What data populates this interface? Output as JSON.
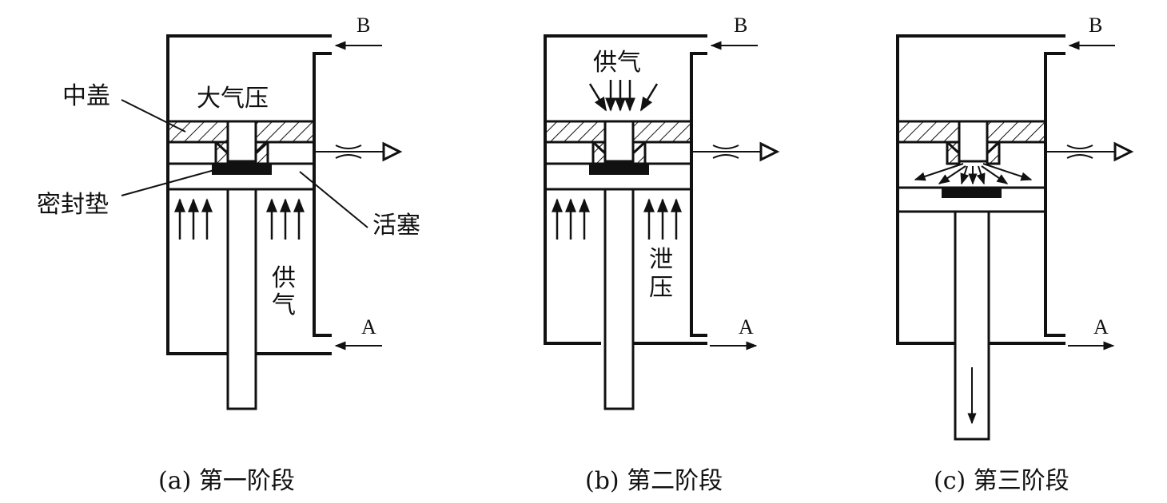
{
  "panels": [
    {
      "caption": "(a) 第一阶段",
      "port_top": "B",
      "port_bottom": "A",
      "label_atm": "大气压",
      "label_lower": [
        "供",
        "气"
      ]
    },
    {
      "caption": "(b) 第二阶段",
      "port_top": "B",
      "port_bottom": "A",
      "label_upper": "供气",
      "label_lower": [
        "泄",
        "压"
      ]
    },
    {
      "caption": "(c) 第三阶段",
      "port_top": "B",
      "port_bottom": "A"
    }
  ],
  "callouts": {
    "middle_cover": "中盖",
    "seal_gasket": "密封垫",
    "piston": "活塞"
  }
}
